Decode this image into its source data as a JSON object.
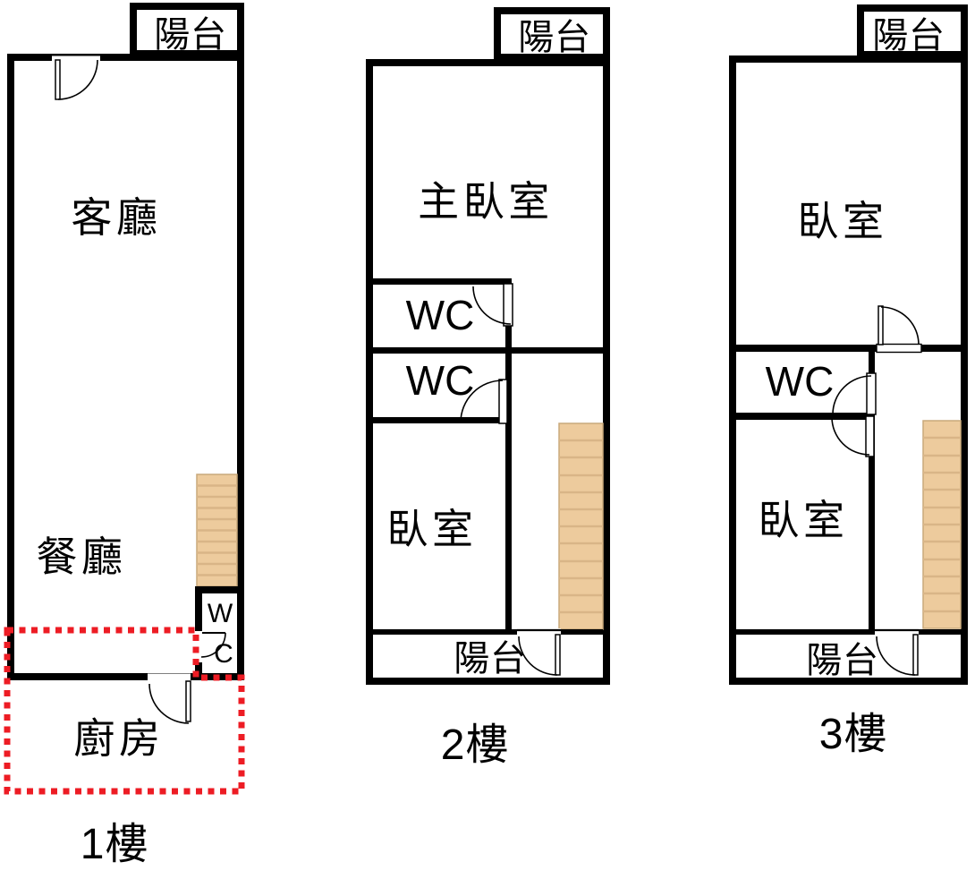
{
  "title_labels": {
    "floor1": "1樓",
    "floor2": "2樓",
    "floor3": "3樓"
  },
  "colors": {
    "wall": "#000000",
    "stair_fill": "#edcb9d",
    "stair_step_line": "#d9b587",
    "stair_border": "#c9a97b",
    "kitchen_dashed_outline": "#ed1c24",
    "background": "#ffffff"
  },
  "floors": [
    {
      "label": "1樓",
      "balcony": "陽台",
      "rooms": {
        "living": "客廳",
        "dining": "餐廳",
        "wc_w": "W",
        "wc_c": "C",
        "kitchen": "廚房"
      }
    },
    {
      "label": "2樓",
      "balcony_top": "陽台",
      "balcony_bottom": "陽台",
      "rooms": {
        "master_bedroom": "主臥室",
        "wc_upper": "WC",
        "wc_lower": "WC",
        "bedroom": "臥室"
      }
    },
    {
      "label": "3樓",
      "balcony_top": "陽台",
      "balcony_bottom": "陽台",
      "rooms": {
        "bedroom_upper": "臥室",
        "wc": "WC",
        "bedroom_lower": "臥室"
      }
    }
  ]
}
